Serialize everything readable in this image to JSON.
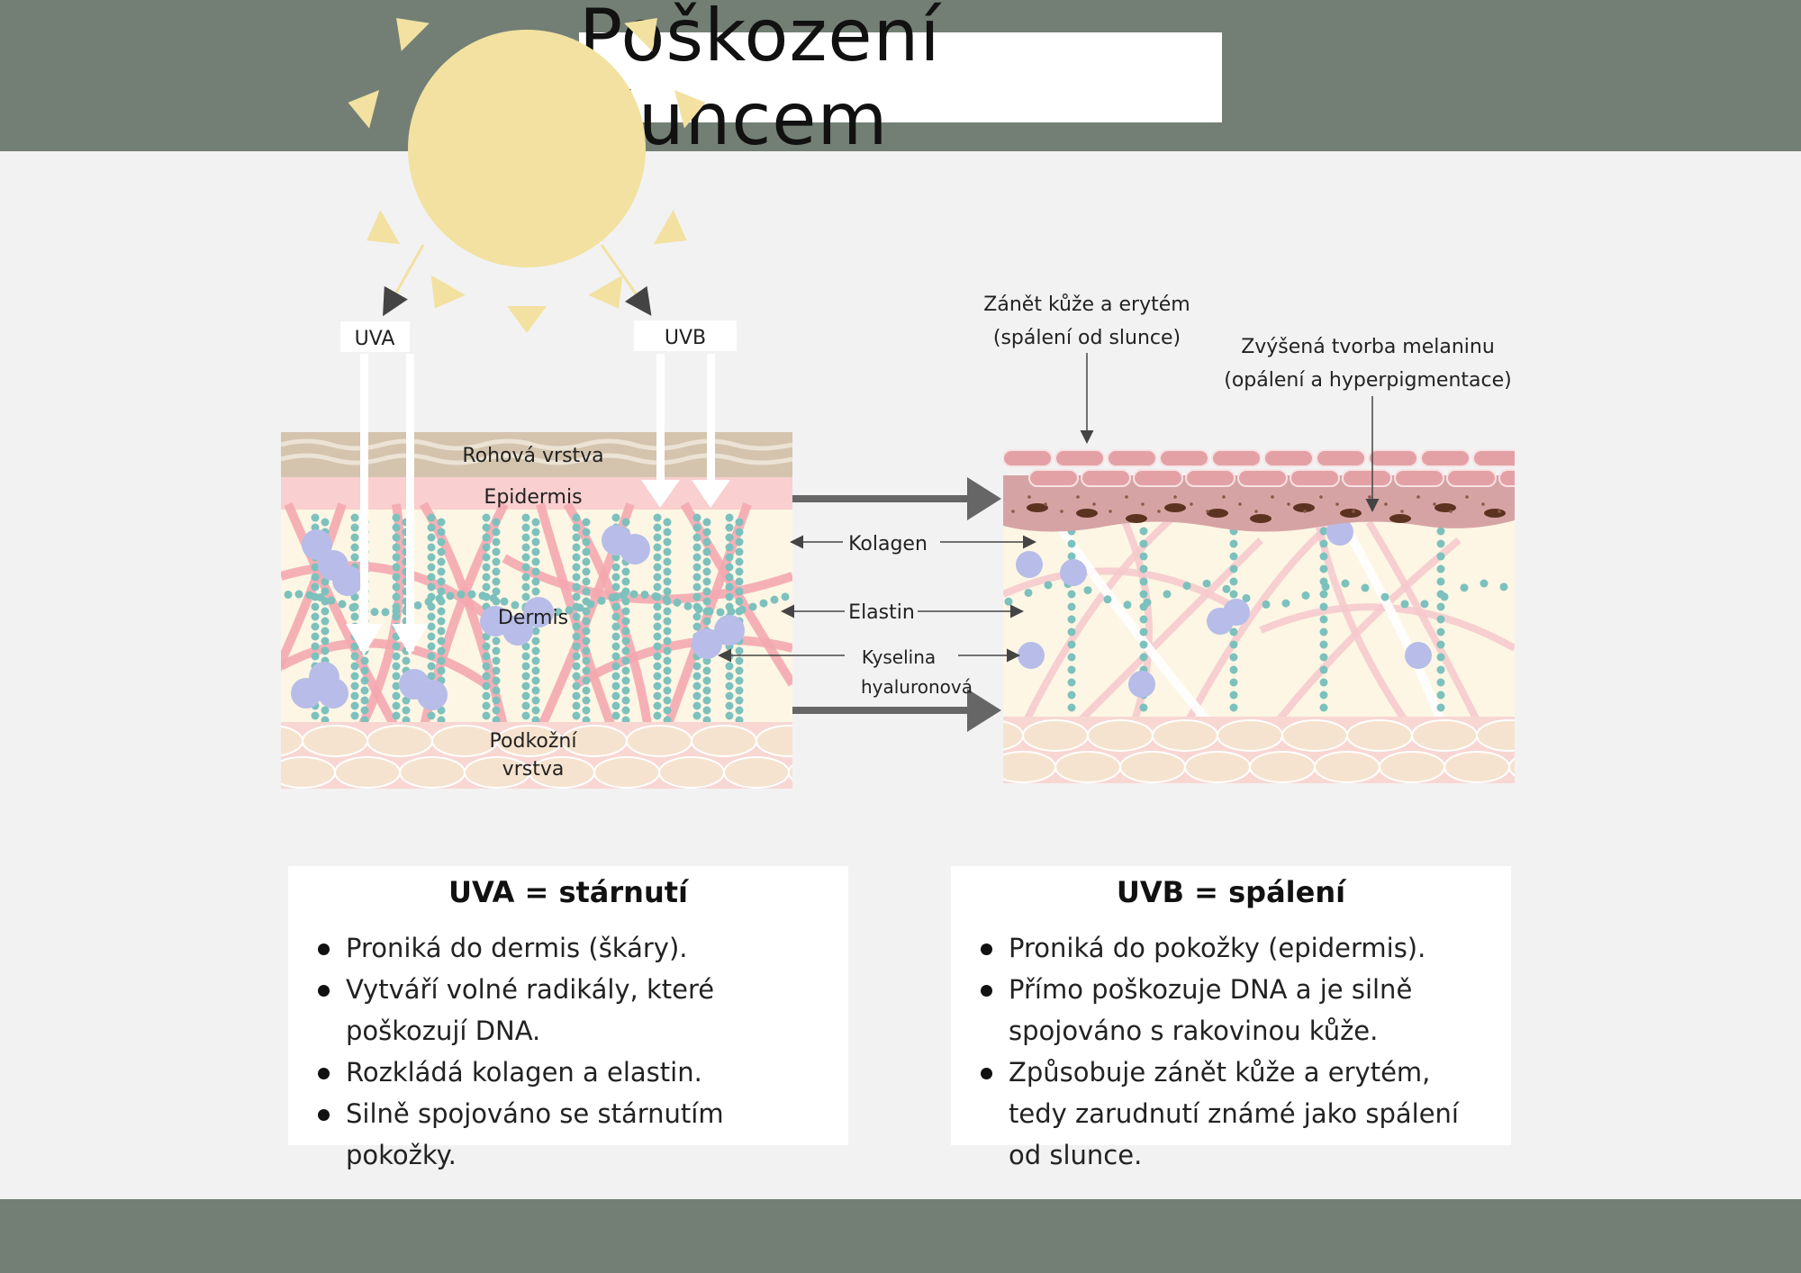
{
  "title": "Poškození sluncem",
  "sun": {
    "uva_label": "UVA",
    "uvb_label": "UVB"
  },
  "layers": {
    "stratum_corneum": "Rohová vrstva",
    "epidermis": "Epidermis",
    "dermis": "Dermis",
    "subcutis_line1": "Podkožní",
    "subcutis_line2": "vrstva"
  },
  "fibers": {
    "collagen": "Kolagen",
    "elastin": "Elastin",
    "hyaluronic_line1": "Kyselina",
    "hyaluronic_line2": "hyaluronová"
  },
  "damage_labels": {
    "erythema_line1": "Zánět kůže a erytém",
    "erythema_line2": "(spálení od slunce)",
    "melanin_line1": "Zvýšená tvorba melaninu",
    "melanin_line2": "(opálení a hyperpigmentace)"
  },
  "uva_card": {
    "heading": "UVA = stárnutí",
    "items": [
      "Proniká do dermis (škáry).",
      "Vytváří volné radikály, které poškozují DNA.",
      "Rozkládá kolagen a elastin.",
      "Silně spojováno se stárnutím pokožky."
    ]
  },
  "uvb_card": {
    "heading": "UVB = spálení",
    "items": [
      "Proniká do pokožky (epidermis).",
      "Přímo poškozuje DNA a je silně spojováno s rakovinou kůže.",
      "Způsobuje zánět kůže a erytém, tedy zarudnutí známé jako spálení od slunce."
    ]
  },
  "colors": {
    "band": "#737f75",
    "sun": "#f2e1a0",
    "corneum": "#d4c4ae",
    "epidermis": "#f9cfcf",
    "dermis": "#fdf6e4",
    "collagen": "#f4a8b0",
    "elastin_dots": "#7cc1bd",
    "hyaluronic": "#b7bde8",
    "subcutis": "#f6e3cf",
    "damaged_epidermis": "#dc9aa0",
    "melanin": "#5b3320",
    "arrow": "#666666"
  }
}
